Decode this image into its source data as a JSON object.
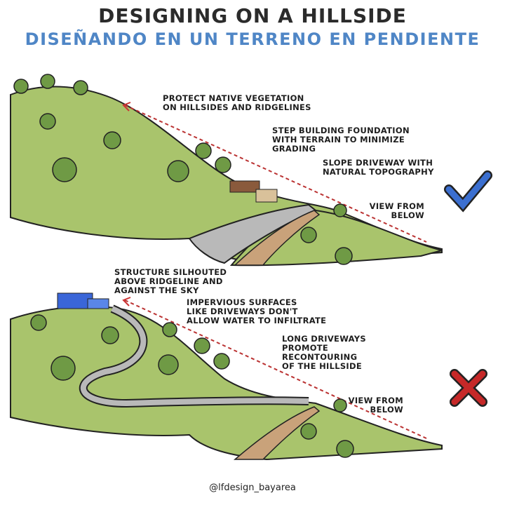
{
  "header": {
    "title": "DESIGNING ON A HILLSIDE",
    "subtitle": "DISEÑANDO EN UN TERRENO EN PENDIENTE"
  },
  "good_example": {
    "verdict_icon": "check-icon",
    "verdict_color": "#3b6fd0",
    "labels": {
      "vegetation": "PROTECT NATIVE VEGETATION\nON HILLSIDES AND RIDGELINES",
      "foundation": "STEP BUILDING FOUNDATION\nWITH TERRAIN TO MINIMIZE\nGRADING",
      "driveway": "SLOPE DRIVEWAY WITH\nNATURAL TOPOGRAPHY",
      "view": "VIEW FROM\nBELOW"
    }
  },
  "bad_example": {
    "verdict_icon": "x-icon",
    "verdict_color": "#c62828",
    "labels": {
      "structure": "STRUCTURE SILHOUTED\nABOVE RIDGELINE AND\nAGAINST THE SKY",
      "impervious": "IMPERVIOUS SURFACES\nLIKE DRIVEWAYS DON'T\nALLOW WATER TO INFILTRATE",
      "long_driveways": "LONG DRIVEWAYS\nPROMOTE\nRECONTOURING\nOF THE HILLSIDE",
      "view": "VIEW FROM\nBELOW"
    }
  },
  "colors": {
    "grass": "#a9c46c",
    "tree": "#6f9a45",
    "road": "#b9b9b9",
    "soil": "#c9a27a"
  },
  "credit": "@lfdesign_bayarea"
}
